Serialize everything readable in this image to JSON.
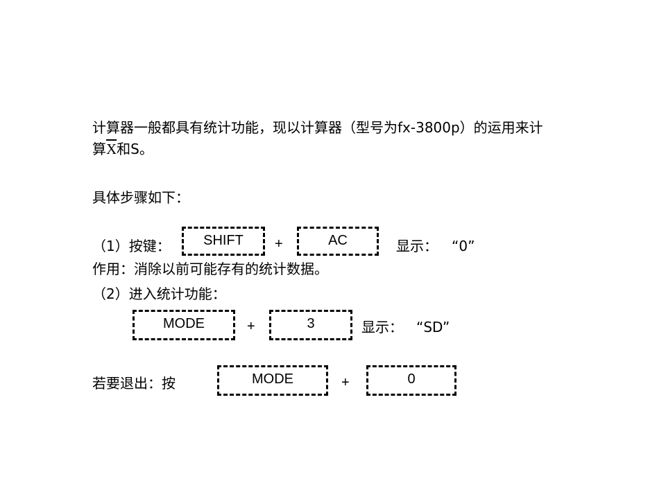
{
  "intro": {
    "line1": "计算器一般都具有统计功能，现以计算器（型号为fx-3800p）的运用来计",
    "line2_prefix": "算",
    "xbar": "X",
    "line2_suffix": "和S。"
  },
  "steps_heading": "具体步骤如下：",
  "step1": {
    "label": "（1）按键：",
    "key1": "SHIFT",
    "plus": "+",
    "key2": "AC",
    "display_label": "显示：",
    "display_value": "“0”",
    "effect": "作用：消除以前可能存有的统计数据。"
  },
  "step2": {
    "label": "（2）进入统计功能：",
    "key1": "MODE",
    "plus": "+",
    "key2": "3",
    "display_label": "显示：",
    "display_value": "“SD”"
  },
  "exit": {
    "label": "若要退出：按",
    "key1": "MODE",
    "plus": "+",
    "key2": "0"
  }
}
